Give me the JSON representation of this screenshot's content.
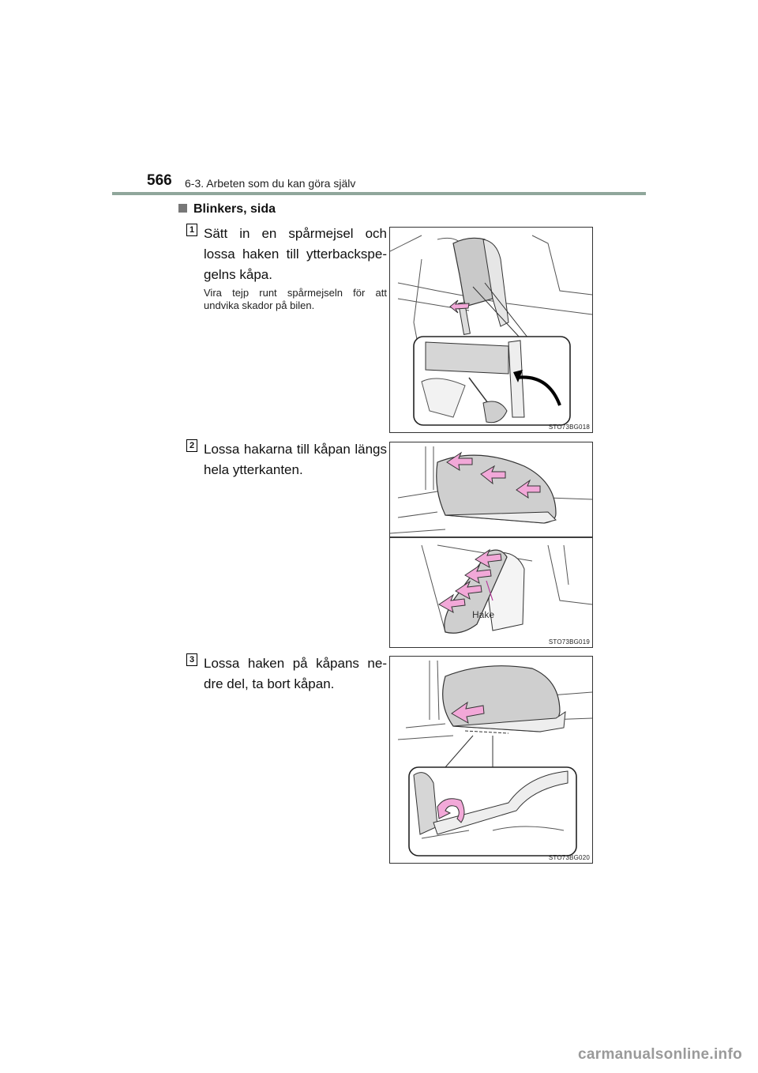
{
  "header": {
    "page_number": "566",
    "chapter": "6-3. Arbeten som du kan göra själv"
  },
  "section": {
    "title": "Blinkers, sida"
  },
  "steps": [
    {
      "number": "1",
      "text": "Sätt in en spårmejsel och lossa haken till ytterbackspe-gelns kåpa.",
      "note": "Vira tejp runt spårmejseln för att undvika skador på bilen.",
      "figure_code": "STO73BG018"
    },
    {
      "number": "2",
      "text": "Lossa hakarna till kåpan längs hela ytterkanten.",
      "figure_code": "STO73BG019",
      "figure_label": "Hake"
    },
    {
      "number": "3",
      "text": "Lossa haken på kåpans ne-dre del, ta bort kåpan.",
      "figure_code": "STO73BG020"
    }
  ],
  "colors": {
    "header_rule": "#8fa69b",
    "arrow_pink": "#f2a8d8",
    "cover_gray": "#c9c9c9"
  },
  "watermark": "carmanualsonline.info"
}
